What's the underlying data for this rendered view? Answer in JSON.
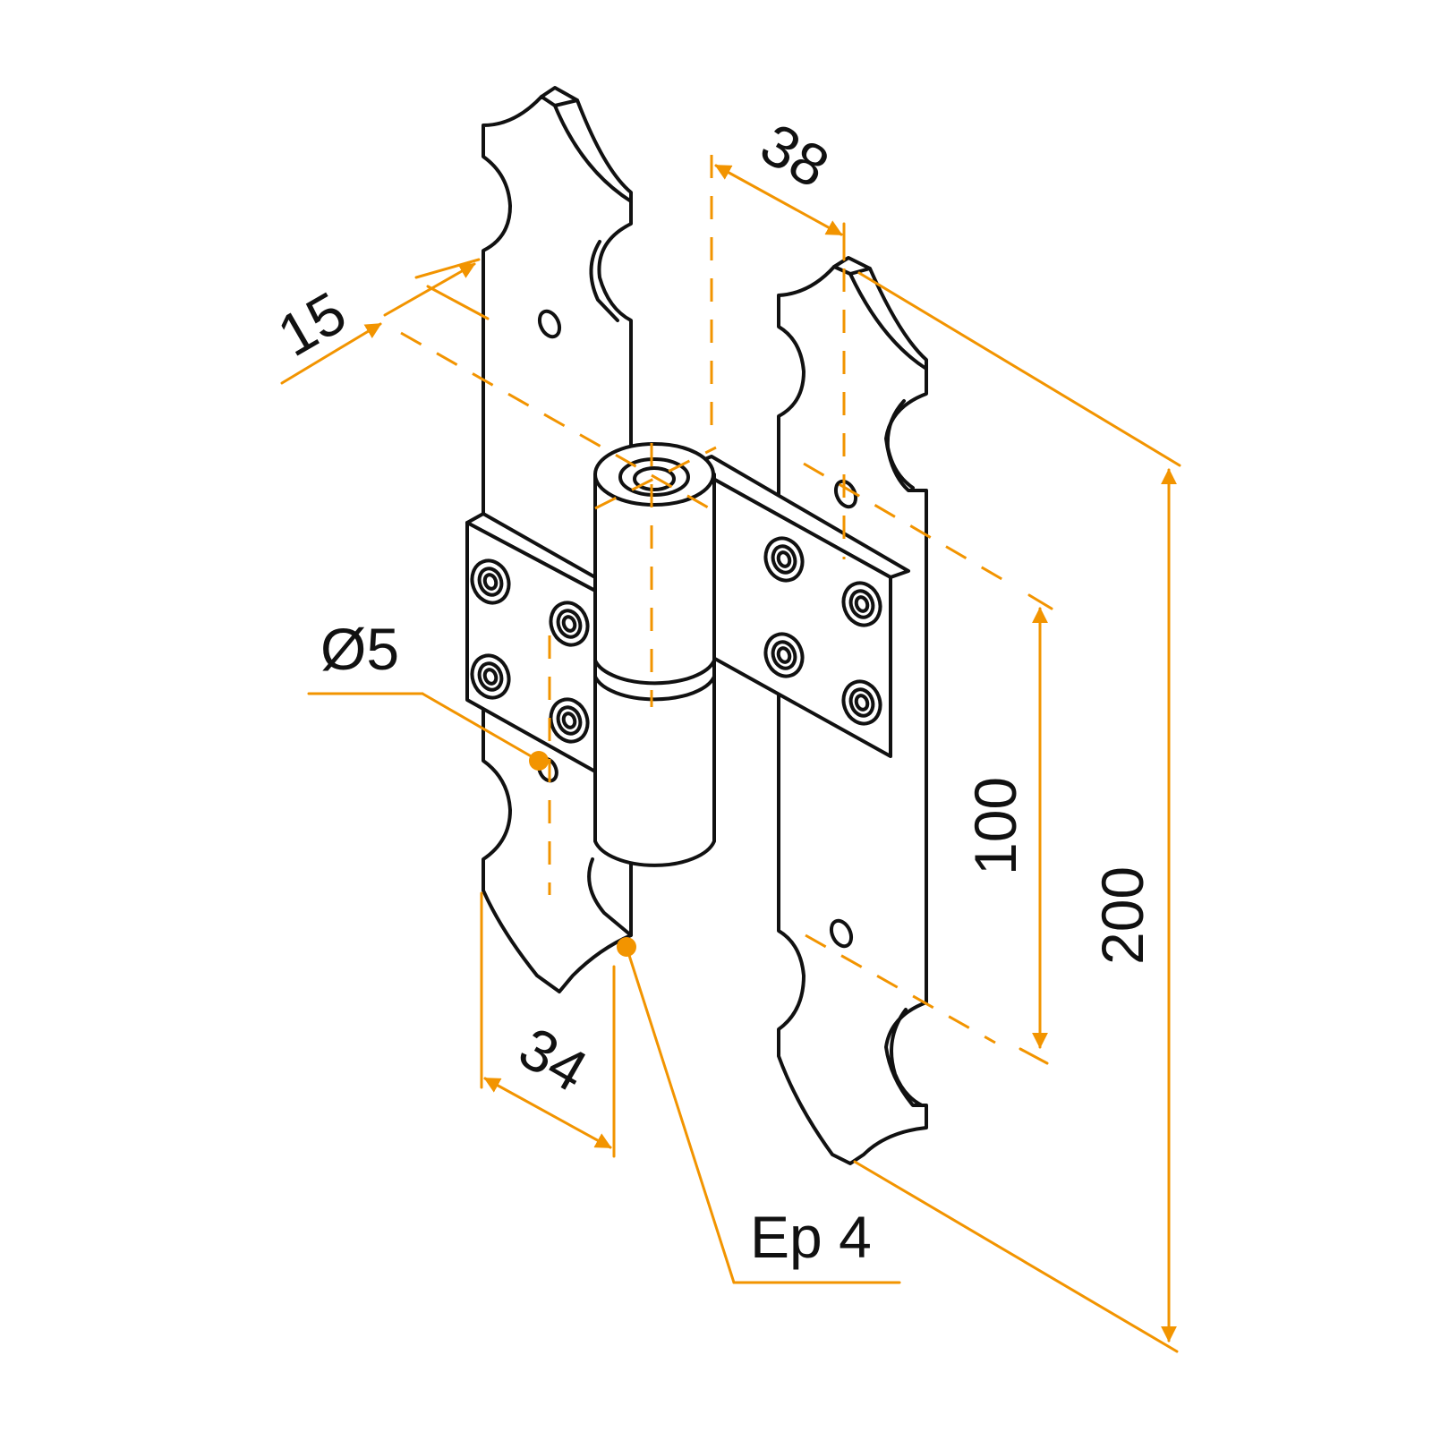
{
  "colors": {
    "dimension": "#f29400",
    "outline": "#111111",
    "background": "#ffffff"
  },
  "labels": {
    "pin_offset": "15",
    "plate_width_right": "38",
    "hole_diameter": "Ø5",
    "plate_width_left": "34",
    "hole_spacing": "100",
    "total_height": "200",
    "thickness": "Ep 4"
  }
}
